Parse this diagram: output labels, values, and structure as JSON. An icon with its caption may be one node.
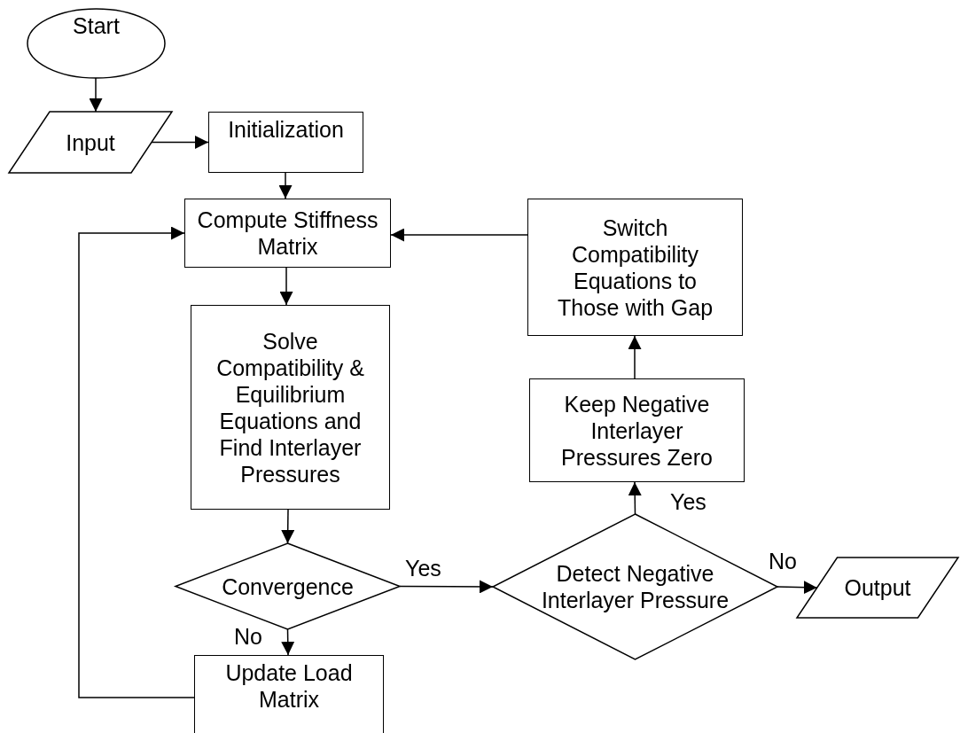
{
  "diagram": {
    "nodes": [
      {
        "text": [
          "Start"
        ]
      },
      {
        "text": [
          "Input"
        ]
      },
      {
        "text": [
          "Initialization"
        ]
      },
      {
        "text": [
          "Compute Stiffness Matrix"
        ]
      },
      {
        "text": [
          "Solve Compatibility & Equilibrium Equations and Find Interlayer Pressures"
        ]
      },
      {
        "text": [
          "Convergence"
        ]
      },
      {
        "text": [
          "Update Load Matrix"
        ]
      },
      {
        "text": [
          "Switch Compatibility Equations to Those with Gap"
        ]
      },
      {
        "text": [
          "Keep Negative Interlayer Pressures Zero"
        ]
      },
      {
        "text": [
          "Detect Negative Interlayer Pressure"
        ]
      },
      {
        "text": [
          "Output"
        ]
      }
    ],
    "edges": [
      {
        "from": 0,
        "to": 1,
        "arrow": "to"
      },
      {
        "from": 1,
        "to": 2,
        "arrow": "to"
      },
      {
        "from": 2,
        "to": 3,
        "arrow": "to"
      },
      {
        "from": 3,
        "to": 4,
        "arrow": "to"
      },
      {
        "from": 4,
        "to": 5,
        "arrow": "to"
      },
      {
        "from": 5,
        "to": 9,
        "label": "Yes",
        "arrow": "to"
      },
      {
        "from": 5,
        "to": 6,
        "label": "No",
        "arrow": "to"
      },
      {
        "from": 6,
        "to": 3,
        "arrow": "to"
      },
      {
        "from": 9,
        "to": 10,
        "label": "No",
        "arrow": "to"
      },
      {
        "from": 9,
        "to": 8,
        "label": "Yes",
        "arrow": "to"
      },
      {
        "from": 8,
        "to": 7,
        "arrow": "to"
      },
      {
        "from": 7,
        "to": 3,
        "arrow": "to"
      }
    ]
  }
}
